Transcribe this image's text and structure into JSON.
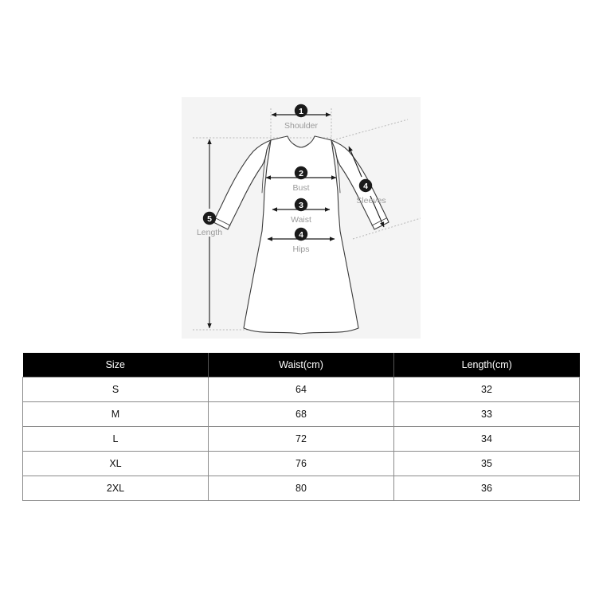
{
  "diagram": {
    "panel_background": "#f4f4f4",
    "garment": "long-sleeve-a-line-dress",
    "badge_color": "#1a1a1a",
    "badge_text_color": "#ffffff",
    "label_color": "#9a9a9a",
    "outline_color": "#3a3a3a",
    "guide_color": "#b8b8b8",
    "measurements": [
      {
        "number": "1",
        "label": "Shoulder"
      },
      {
        "number": "2",
        "label": "Bust"
      },
      {
        "number": "3",
        "label": "Waist"
      },
      {
        "number": "4",
        "label": "Hips"
      },
      {
        "number": "4",
        "label": "Sleeves"
      },
      {
        "number": "5",
        "label": "Length"
      }
    ]
  },
  "table": {
    "header_background": "#000000",
    "header_text_color": "#ffffff",
    "border_color": "#8b8b8b",
    "columns": [
      "Size",
      "Waist(cm)",
      "Length(cm)"
    ],
    "rows": [
      {
        "size": "S",
        "waist": "64",
        "length": "32"
      },
      {
        "size": "M",
        "waist": "68",
        "length": "33"
      },
      {
        "size": "L",
        "waist": "72",
        "length": "34"
      },
      {
        "size": "XL",
        "waist": "76",
        "length": "35"
      },
      {
        "size": "2XL",
        "waist": "80",
        "length": "36"
      }
    ]
  }
}
